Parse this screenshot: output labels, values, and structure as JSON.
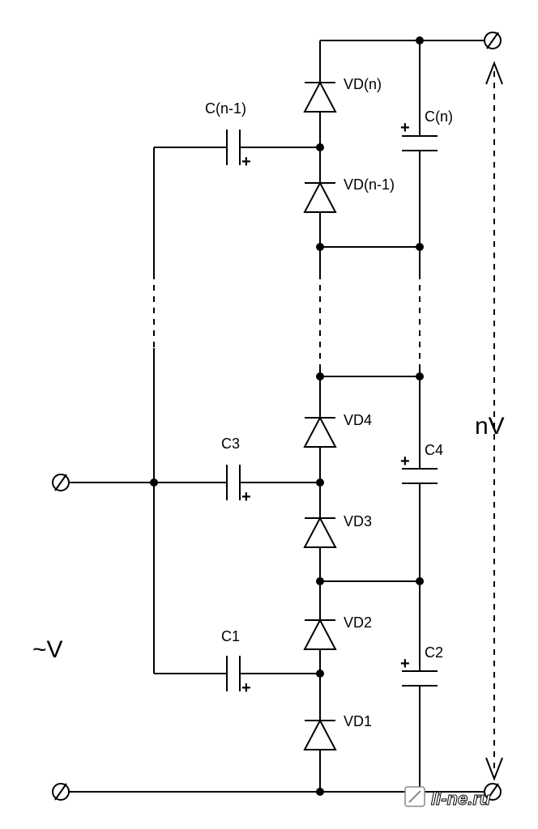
{
  "labels": {
    "vdn": "VD(n)",
    "vdn1": "VD(n-1)",
    "vd4": "VD4",
    "vd3": "VD3",
    "vd2": "VD2",
    "vd1": "VD1",
    "cn1": "C(n-1)",
    "cn": "C(n)",
    "c3": "C3",
    "c4": "C4",
    "c1": "C1",
    "c2": "C2",
    "plus": "+",
    "input_voltage": "~V",
    "output_voltage": "nV"
  },
  "watermark": {
    "text": "li-ne.ru"
  },
  "icons": {
    "terminal": "terminal-icon",
    "diode": "diode-icon",
    "capacitor": "capacitor-icon",
    "junction": "junction-dot",
    "watermark": "pencil-icon"
  }
}
